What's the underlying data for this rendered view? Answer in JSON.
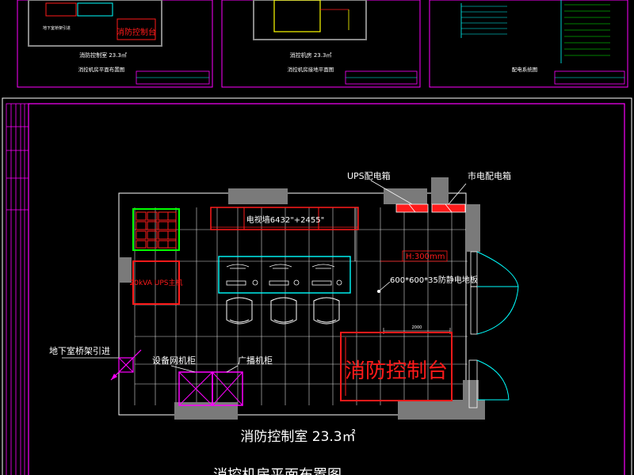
{
  "thumbnails": [
    {
      "room_label": "消防控制室 23.3㎡",
      "caption": "消控机房平面布置图",
      "stamp_text": "消防控制台",
      "cabinet_label": "地下室桥架引进"
    },
    {
      "room_label": "消控机房 23.3㎡",
      "caption": "消控机房接地平面图"
    },
    {
      "caption": "配电系统图"
    }
  ],
  "main": {
    "labels": {
      "ups_box": "UPS配电箱",
      "mains_box": "市电配电箱",
      "tv_wall": "电视墙6432\"+2455\"",
      "height": "H:300mm",
      "ups_host": "20kVA UPS主机",
      "floor": "600*600*35防静电地板",
      "tray_entry": "地下室桥架引进",
      "network_cabinet": "设备网机柜",
      "broadcast_cabinet": "广播机柜",
      "fire_console": "消防控制台",
      "room_title": "消防控制室 23.3㎡",
      "bottom_title": "消控机房平面布置图",
      "dimension": "2000"
    }
  },
  "colors": {
    "background": "#000000",
    "frame": "#ff00ff",
    "wall_gray": "#7a7a7a",
    "red": "#ff1a1a",
    "cyan": "#00ffff",
    "green": "#00ff00",
    "yellow": "#ffff00",
    "white": "#ffffff"
  }
}
